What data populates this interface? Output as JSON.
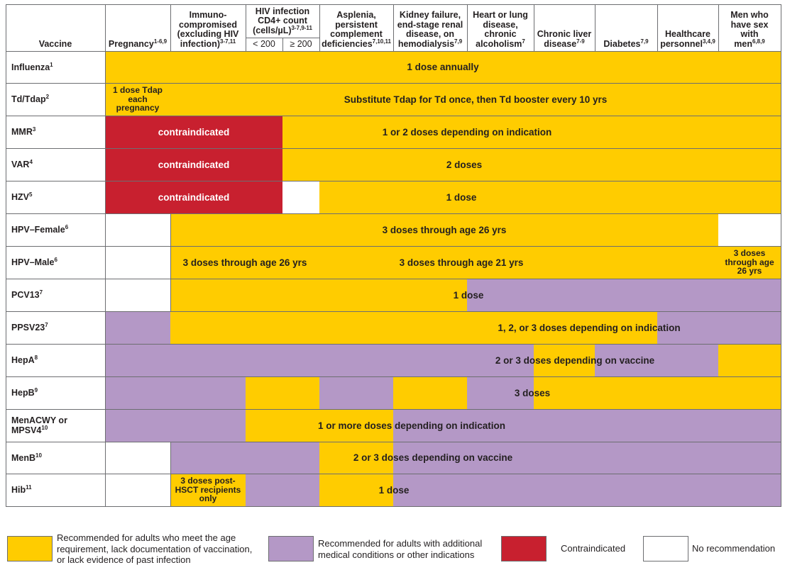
{
  "colors": {
    "yellow": "#ffcc00",
    "purple": "#b498c6",
    "red": "#c8202f",
    "white": "#ffffff"
  },
  "header": {
    "vaccine": "Vaccine",
    "pregnancy": "Pregnancy",
    "pregnancy_refs": "1-6,9",
    "immuno": "Immuno-compromised (excluding HIV infection)",
    "immuno_refs": "3-7,11",
    "hiv_title": "HIV infection CD4+ count (cells/µL)",
    "hiv_refs": "3-7,9-11",
    "hiv_lt200": "< 200",
    "hiv_ge200": "≥ 200",
    "asplenia": "Asplenia, persistent complement deficiencies",
    "asplenia_refs": "7,10,11",
    "kidney": "Kidney failure, end-stage renal disease, on hemodialysis",
    "kidney_refs": "7,9",
    "heart": "Heart or lung disease, chronic alcoholism",
    "heart_refs": "7",
    "liver": "Chronic liver disease",
    "liver_refs": "7-9",
    "diabetes": "Diabetes",
    "diabetes_refs": "7,9",
    "healthcare": "Healthcare personnel",
    "healthcare_refs": "3,4,9",
    "msm": "Men who have sex with men",
    "msm_refs": "6,8,9"
  },
  "rows": [
    {
      "name": "Influenza",
      "ref": "1"
    },
    {
      "name": "Td/Tdap",
      "ref": "2"
    },
    {
      "name": "MMR",
      "ref": "3"
    },
    {
      "name": "VAR",
      "ref": "4"
    },
    {
      "name": "HZV",
      "ref": "5"
    },
    {
      "name": "HPV–Female",
      "ref": "6"
    },
    {
      "name": "HPV–Male",
      "ref": "6"
    },
    {
      "name": "PCV13",
      "ref": "7"
    },
    {
      "name": "PPSV23",
      "ref": "7"
    },
    {
      "name": "HepA",
      "ref": "8"
    },
    {
      "name": "HepB",
      "ref": "9"
    },
    {
      "name": "MenACWY or MPSV4",
      "ref": "10"
    },
    {
      "name": "MenB",
      "ref": "10"
    },
    {
      "name": "Hib",
      "ref": "11"
    }
  ],
  "cells": {
    "influenza": "1 dose annually",
    "tdap_pregnancy": "1 dose Tdap each pregnancy",
    "tdap_rest": "Substitute Tdap for Td once, then Td booster every 10 yrs",
    "mmr_contra": "contraindicated",
    "mmr_rest": "1 or 2 doses depending on indication",
    "var_contra": "contraindicated",
    "var_rest": "2 doses",
    "hzv_contra": "contraindicated",
    "hzv_rest": "1 dose",
    "hpvf": "3 doses through age 26 yrs",
    "hpvm_left": "3 doses through age 26 yrs",
    "hpvm_mid": "3 doses through age 21 yrs",
    "hpvm_msm": "3 doses through age 26 yrs",
    "pcv13": "1 dose",
    "ppsv23": "1, 2, or 3 doses depending on indication",
    "hepa": "2 or 3 doses depending on vaccine",
    "hepb": "3 doses",
    "menacwy": "1 or more doses depending on indication",
    "menb": "2 or 3 doses depending on vaccine",
    "hib_immuno": "3 doses post-HSCT recipients only",
    "hib_rest": "1 dose"
  },
  "legend": {
    "yellow_text": "Recommended for adults who meet the age requirement, lack documentation of vaccination, or lack evidence of past infection",
    "purple_text": "Recommended for adults with additional medical conditions or other indications",
    "red_text": "Contraindicated",
    "white_text": "No recommendation"
  }
}
